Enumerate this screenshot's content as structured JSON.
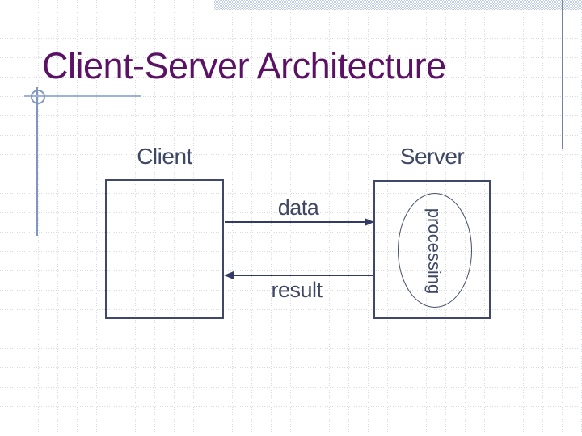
{
  "slide": {
    "title": "Client-Server Architecture"
  },
  "diagram": {
    "nodes": [
      {
        "id": "client",
        "label": "Client"
      },
      {
        "id": "server",
        "label": "Server",
        "process": "processing"
      }
    ],
    "edges": [
      {
        "from": "client",
        "to": "server",
        "label": "data"
      },
      {
        "from": "server",
        "to": "client",
        "label": "result"
      }
    ]
  },
  "colors": {
    "title_text": "#5b1164",
    "body_text": "#3e4864",
    "shape_stroke": "#3f486b",
    "arrow": "#333a63",
    "accent_band": "#bfcce7",
    "accent_line": "#7283a3",
    "ornament": "#8399c4",
    "grid": "#d6d9de",
    "background": "#ffffff"
  }
}
